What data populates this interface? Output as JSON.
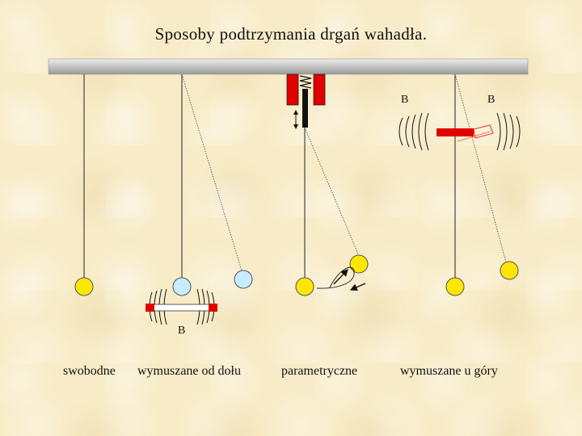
{
  "title": "Sposoby podtrzymania drgań wahadła.",
  "captions": [
    "swobodne",
    "wymuszane od dołu",
    "parametryczne",
    "wymuszane u góry"
  ],
  "field_label": "B",
  "colors": {
    "background": "#f8ecc8",
    "bar": "#c8c8c8",
    "bob_yellow": "#ffe600",
    "bob_light": "#c8ecff",
    "magnet_red": "#e00000"
  }
}
